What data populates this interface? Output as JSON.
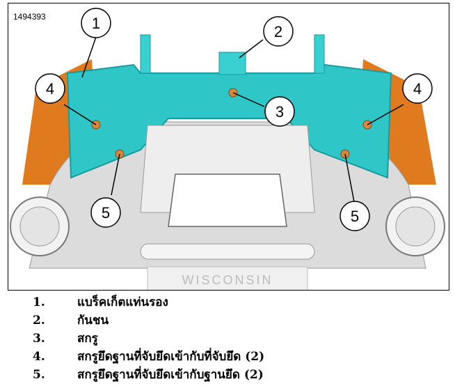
{
  "figure": {
    "id": "1494393",
    "plate_text": "WISCONSIN",
    "callouts": [
      "1",
      "2",
      "3",
      "4",
      "4",
      "5",
      "5"
    ]
  },
  "legend": [
    {
      "num": "1.",
      "text": "แบร็คเก็ตแท่นรอง"
    },
    {
      "num": "2.",
      "text": "กันชน"
    },
    {
      "num": "3.",
      "text": "สกรู"
    },
    {
      "num": "4.",
      "text": "สกรูยึดฐานที่จับยึดเข้ากับที่จับยึด (2)"
    },
    {
      "num": "5.",
      "text": "สกรูยึดฐานที่จับยึดเข้ากับฐานยึด (2)"
    }
  ],
  "colors": {
    "bracket": "#2ec6c6",
    "bracket_dark": "#1a9a9e",
    "orange_body": "#e07a1e",
    "screw": "#d9873a",
    "gray": "#c8c8c8"
  }
}
